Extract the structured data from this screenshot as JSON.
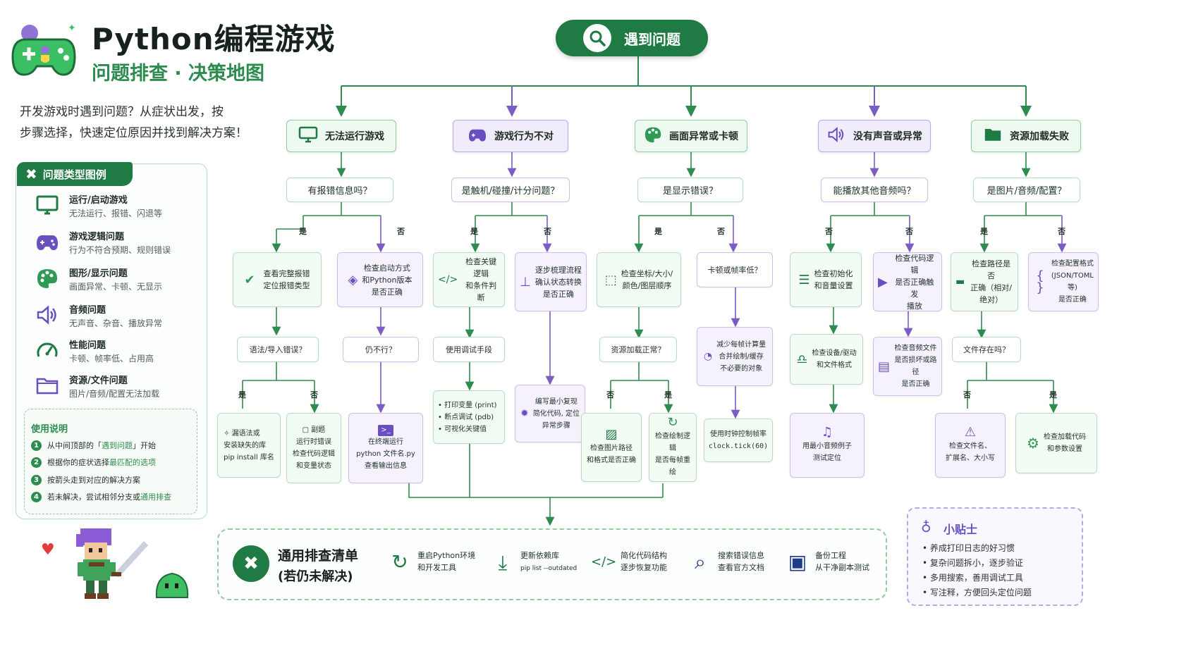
{
  "header": {
    "title": "Python编程游戏",
    "subtitle": "问题排查 · 决策地图",
    "intro_line1": "开发游戏时遇到问题？从症状出发，按",
    "intro_line2": "步骤选择，快速定位原因并找到解决方案！"
  },
  "root": {
    "label": "遇到问题"
  },
  "legend": {
    "title": "问题类型图例",
    "items": [
      {
        "title": "运行/启动游戏",
        "sub": "无法运行、报错、闪退等",
        "icon": "monitor-icon"
      },
      {
        "title": "游戏逻辑问题",
        "sub": "行为不符合预期、规则错误",
        "icon": "gamepad-icon"
      },
      {
        "title": "图形/显示问题",
        "sub": "画面异常、卡顿、无显示",
        "icon": "palette-icon"
      },
      {
        "title": "音频问题",
        "sub": "无声音、杂音、播放异常",
        "icon": "speaker-icon"
      },
      {
        "title": "性能问题",
        "sub": "卡顿、帧率低、占用高",
        "icon": "gauge-icon"
      },
      {
        "title": "资源/文件问题",
        "sub": "图片/音频/配置无法加载",
        "icon": "folder-icon"
      }
    ]
  },
  "usage": {
    "title": "使用说明",
    "steps": [
      {
        "n": "1",
        "pre": "从中间顶部的「",
        "hl": "遇到问题",
        "post": "」开始"
      },
      {
        "n": "2",
        "pre": "根据你的症状选择",
        "hl": "最匹配的选项",
        "post": ""
      },
      {
        "n": "3",
        "pre": "按箭头走到对应的解决方案",
        "hl": "",
        "post": ""
      },
      {
        "n": "4",
        "pre": "若未解决，尝试相邻分支或",
        "hl": "通用排查",
        "post": ""
      }
    ]
  },
  "branches": {
    "run": {
      "label": "无法运行游戏",
      "q": "有报错信息吗？",
      "yes": "是",
      "no": "否",
      "yes_box": [
        "查看完整报错",
        "定位报错类型"
      ],
      "no_box": [
        "检查启动方式",
        "和Python版本",
        "是否正确"
      ],
      "q2": "语法/导入错误？",
      "q2_yes": "是",
      "q2_no": "否",
      "q2_yes_box": [
        "✧ 漏语法或",
        "安装缺失的库",
        "pip install 库名"
      ],
      "q2_no_box": [
        "▢ 副题",
        "运行时错误",
        "检查代码逻辑",
        "和变量状态"
      ],
      "q3": "仍不行？",
      "q3_box": [
        "在终端运行",
        "python 文件名.py",
        "查看输出信息"
      ]
    },
    "logic": {
      "label": "游戏行为不对",
      "q": "是触机/碰撞/计分问题？",
      "yes": "是",
      "no": "否",
      "yes_box": [
        "检查关键逻辑",
        "和条件判断"
      ],
      "no_box": [
        "逐步梳理流程",
        "确认状态转换",
        "是否正确"
      ],
      "q2": "使用调试手段",
      "debug": [
        "打印变量 (print)",
        "断点调试 (pdb)",
        "可视化关键值"
      ],
      "repro_box": [
        "编写最小复现",
        "简化代码, 定位",
        "异常步骤"
      ]
    },
    "gfx": {
      "label": "画面异常或卡顿",
      "q": "是显示错误？",
      "yes": "是",
      "no": "否",
      "yes_box": [
        "检查坐标/大小/",
        "颜色/图层顺序"
      ],
      "no_q": "卡顿或帧率低？",
      "perf_box": [
        "减少每帧计算量",
        "合并绘制/缓存",
        "不必要的对象"
      ],
      "fps_box": [
        "使用时钟控制帧率",
        "clock.tick(60)"
      ],
      "q2": "资源加载正常？",
      "q2_no": "否",
      "q2_yes": "是",
      "q2_no_box": [
        "检查图片路径",
        "和格式是否正确"
      ],
      "q2_yes_box": [
        "检查绘制逻辑",
        "是否每帧重绘"
      ]
    },
    "audio": {
      "label": "没有声音或异常",
      "q": "能播放其他音频吗？",
      "no": "否",
      "yes": "否",
      "no_box": [
        "检查初始化",
        "和音量设置"
      ],
      "yes_box": [
        "检查代码逻辑",
        "是否正确触发",
        "播放"
      ],
      "dev_box": [
        "检查设备/驱动",
        "和文件格式"
      ],
      "file_box": [
        "检查音频文件",
        "是否损坏或路径",
        "是否正确"
      ],
      "sample_box": [
        "用最小音频例子",
        "测试定位"
      ]
    },
    "res": {
      "label": "资源加载失败",
      "q": "是图片/音频/配置？",
      "yes": "是",
      "no": "否",
      "yes_box": [
        "检查路径是否",
        "正确（相对/绝对）"
      ],
      "no_box": [
        "检查配置格式",
        "(JSON/TOML等)",
        "是否正确"
      ],
      "q2": "文件存在吗？",
      "q2_no": "否",
      "q2_yes": "是",
      "q2_no_box": [
        "检查文件名、",
        "扩展名、大小写"
      ],
      "q2_yes_box": [
        "检查加载代码",
        "和参数设置"
      ]
    }
  },
  "general": {
    "title1": "通用排查清单",
    "title2": "(若仍未解决)",
    "items": [
      {
        "l1": "重启Python环境",
        "l2": "和开发工具",
        "icon": "refresh-icon"
      },
      {
        "l1": "更新依赖库",
        "l2": "pip list --outdated",
        "icon": "download-icon"
      },
      {
        "l1": "简化代码结构",
        "l2": "逐步恢复功能",
        "icon": "code-icon"
      },
      {
        "l1": "搜索错误信息",
        "l2": "查看官方文档",
        "icon": "search-icon"
      },
      {
        "l1": "备份工程",
        "l2": "从干净副本测试",
        "icon": "save-icon"
      }
    ]
  },
  "tips": {
    "title": "小贴士",
    "items": [
      "养成打印日志的好习惯",
      "复杂问题拆小，逐步验证",
      "多用搜索，善用调试工具",
      "写注释，方便回头定位问题"
    ]
  },
  "colors": {
    "green": "#2e8b4f",
    "dark_green": "#1f6b3c",
    "purple": "#7b5cc4",
    "light_green": "#eef9f1",
    "light_purple": "#f4effd"
  }
}
